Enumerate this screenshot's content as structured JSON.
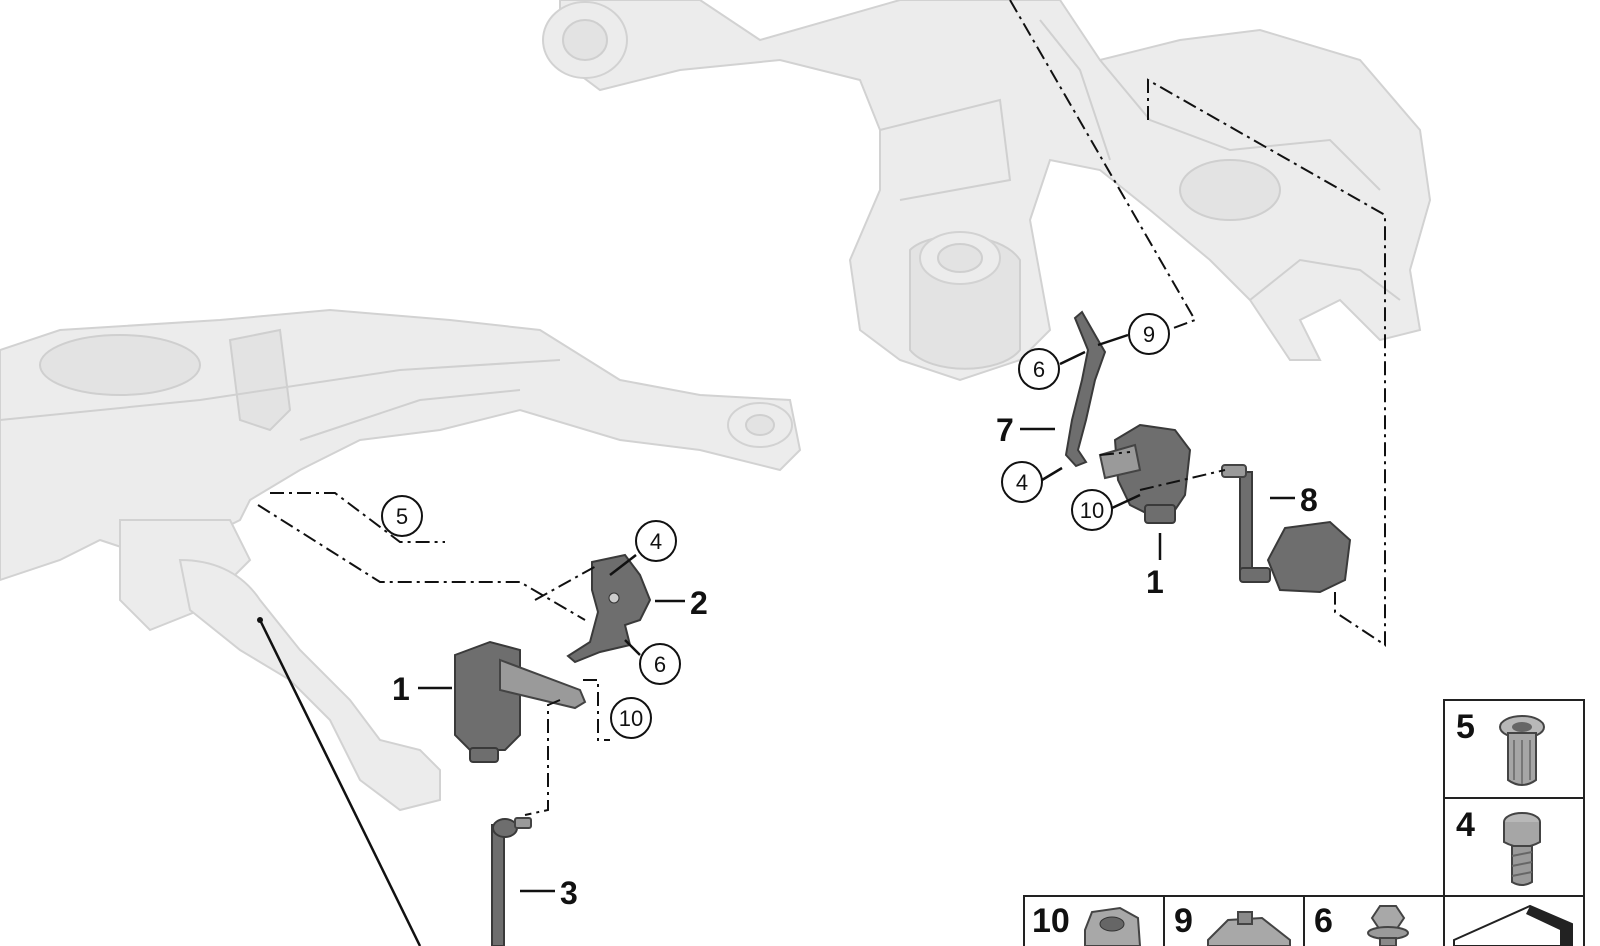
{
  "callouts": {
    "left": {
      "n1": "1",
      "n2": "2",
      "n3": "3",
      "c4": "4",
      "c5": "5",
      "c6": "6",
      "c10": "10"
    },
    "right": {
      "n1": "1",
      "n7": "7",
      "n8": "8",
      "c4": "4",
      "c6": "6",
      "c9": "9",
      "c10": "10"
    }
  },
  "inset": {
    "cells": [
      "5",
      "4",
      "10",
      "9",
      "6"
    ]
  }
}
